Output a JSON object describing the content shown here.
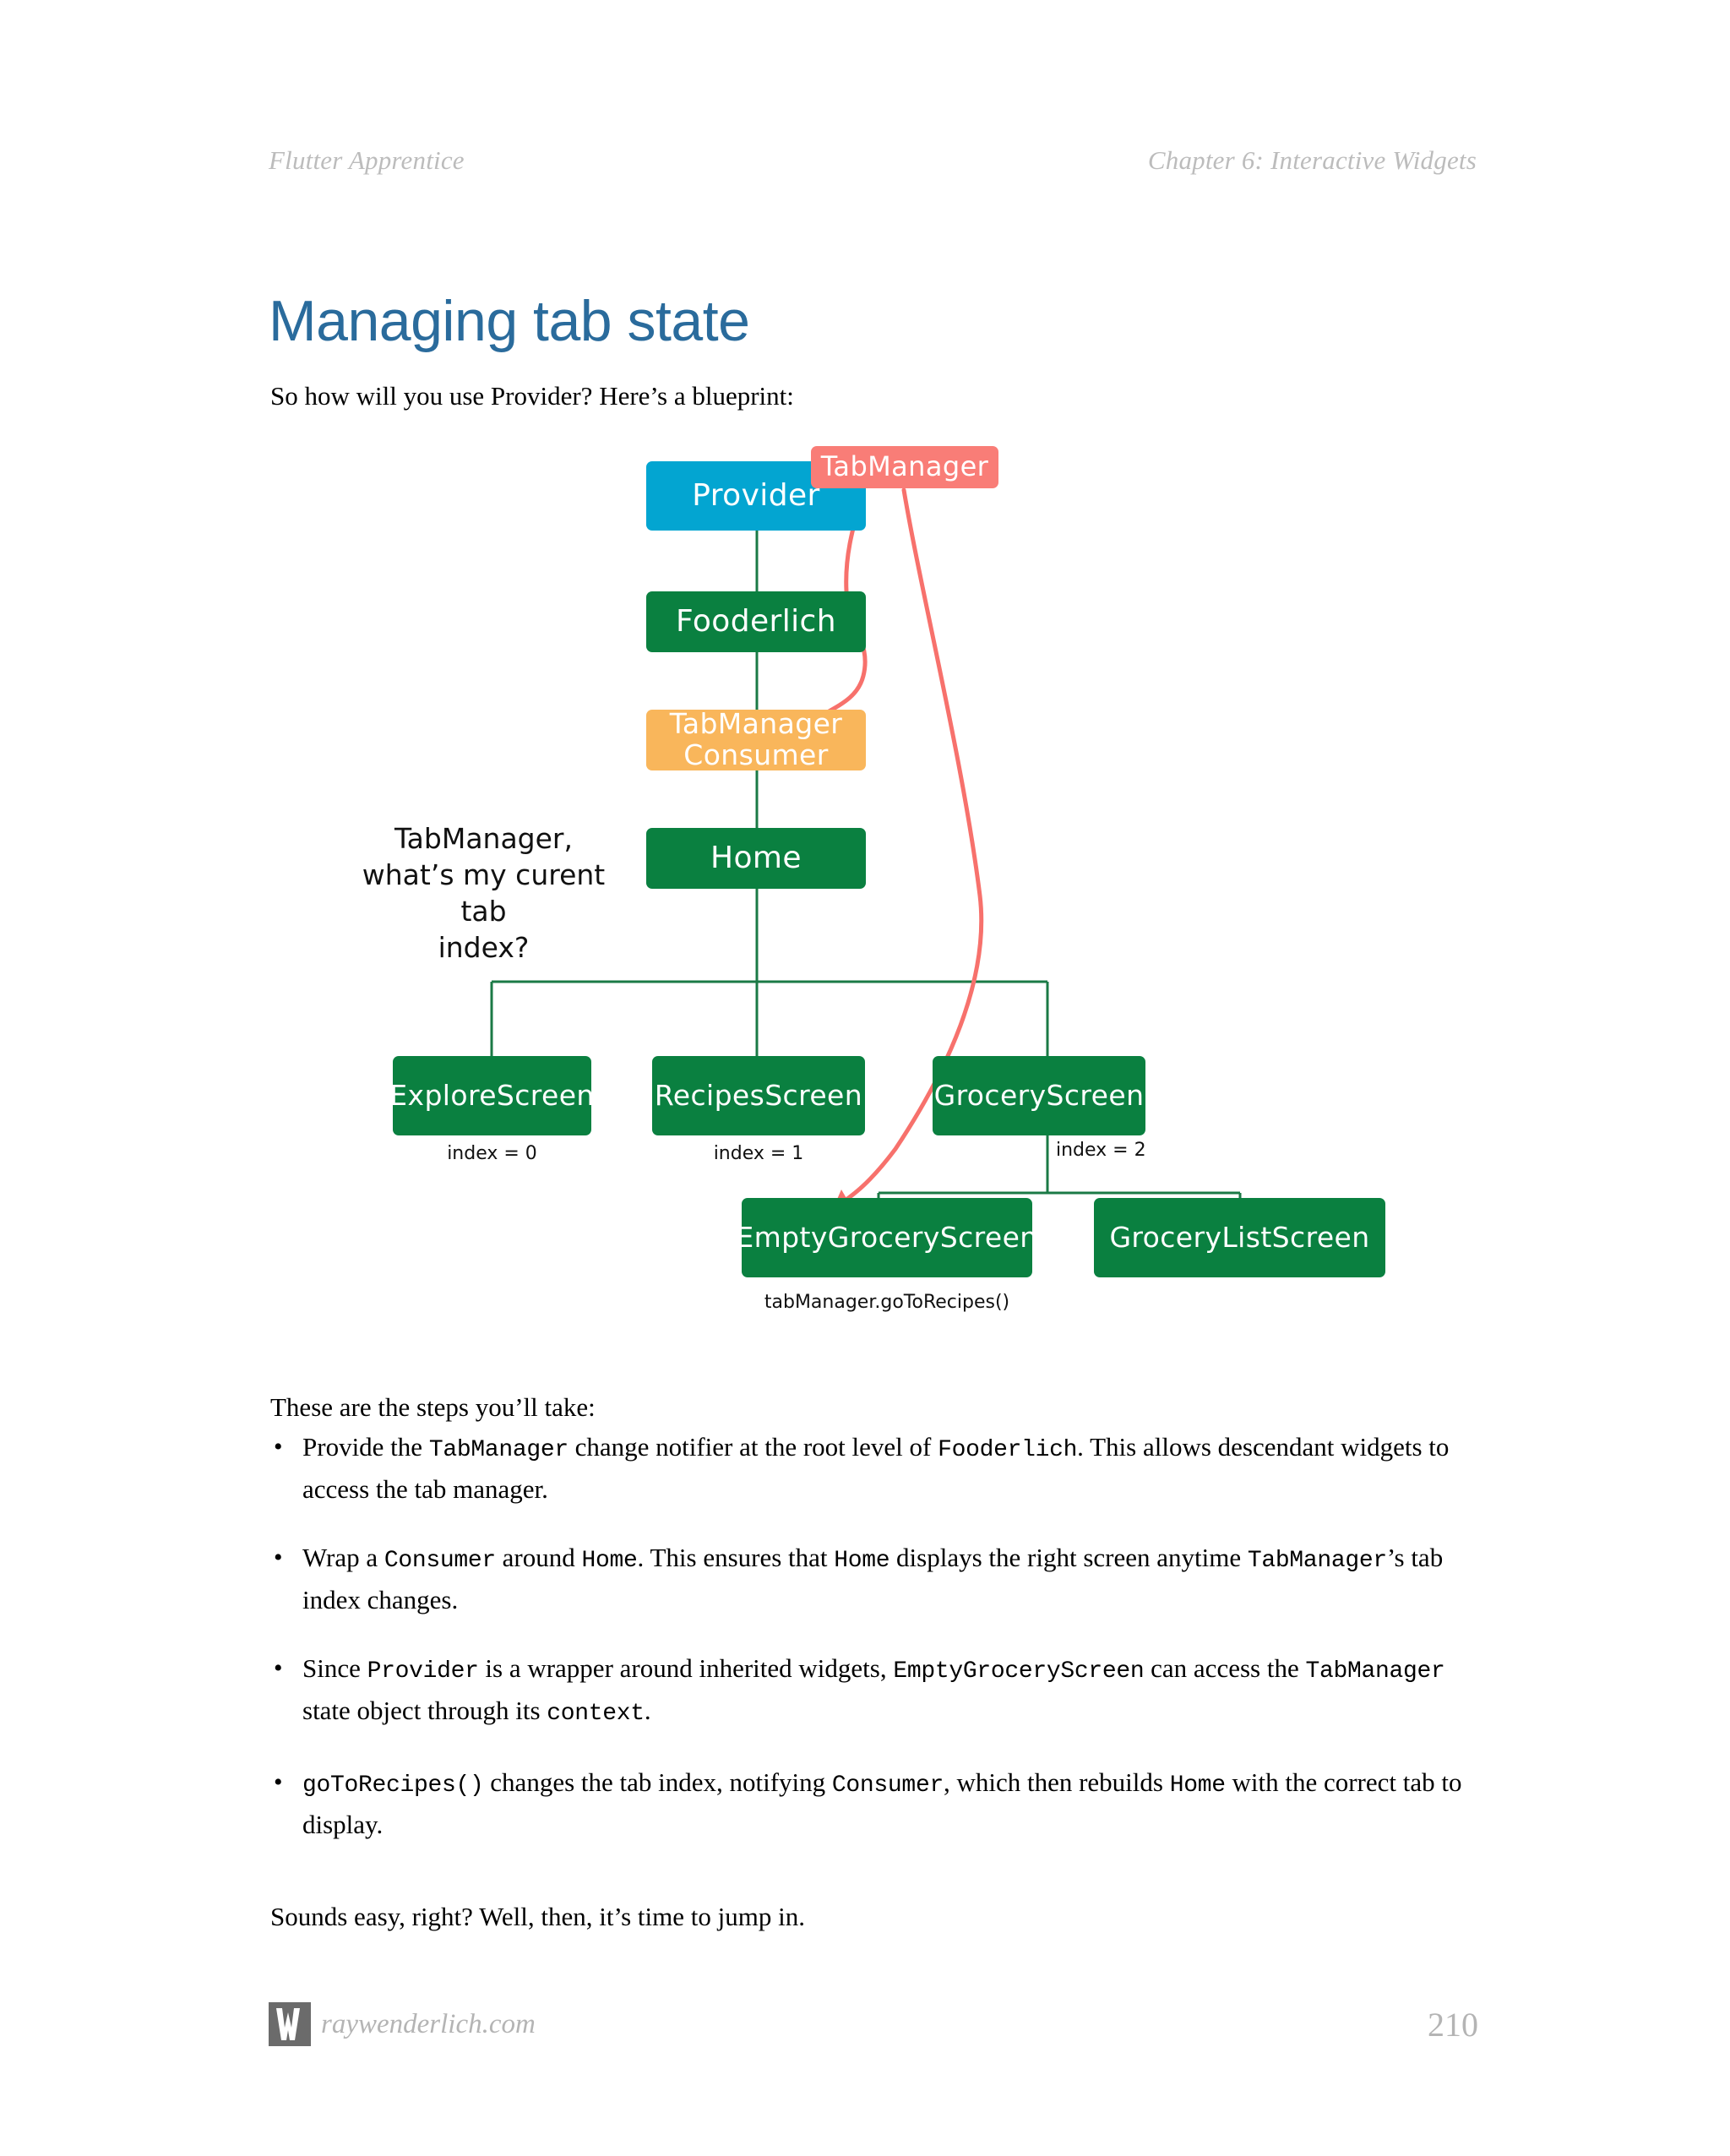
{
  "running_head": {
    "left": "Flutter Apprentice",
    "right": "Chapter 6: Interactive Widgets"
  },
  "page_title": "Managing tab state",
  "intro_paragraph": "So how will you use Provider? Here’s a blueprint:",
  "steps_lead_in": "These are the steps you’ll take:",
  "bullets": [
    {
      "parts": [
        {
          "t": "Provide the ",
          "code": false
        },
        {
          "t": "TabManager",
          "code": true
        },
        {
          "t": " change notifier at the root level of ",
          "code": false
        },
        {
          "t": "Fooderlich",
          "code": true
        },
        {
          "t": ". This allows descendant widgets to access the tab manager.",
          "code": false
        }
      ]
    },
    {
      "parts": [
        {
          "t": "Wrap a ",
          "code": false
        },
        {
          "t": "Consumer",
          "code": true
        },
        {
          "t": " around ",
          "code": false
        },
        {
          "t": "Home",
          "code": true
        },
        {
          "t": ". This ensures that ",
          "code": false
        },
        {
          "t": "Home",
          "code": true
        },
        {
          "t": " displays the right screen anytime ",
          "code": false
        },
        {
          "t": "TabManager",
          "code": true
        },
        {
          "t": "’s tab index changes.",
          "code": false
        }
      ]
    },
    {
      "parts": [
        {
          "t": "Since ",
          "code": false
        },
        {
          "t": "Provider",
          "code": true
        },
        {
          "t": " is a wrapper around inherited widgets, ",
          "code": false
        },
        {
          "t": "EmptyGroceryScreen",
          "code": true
        },
        {
          "t": " can access the ",
          "code": false
        },
        {
          "t": "TabManager",
          "code": true
        },
        {
          "t": " state object through its ",
          "code": false
        },
        {
          "t": "context",
          "code": true
        },
        {
          "t": ".",
          "code": false
        }
      ]
    },
    {
      "parts": [
        {
          "t": "goToRecipes()",
          "code": true
        },
        {
          "t": " changes the tab index, notifying ",
          "code": false
        },
        {
          "t": "Consumer",
          "code": true
        },
        {
          "t": ", which then rebuilds ",
          "code": false
        },
        {
          "t": "Home",
          "code": true
        },
        {
          "t": " with the correct tab to display.",
          "code": false
        }
      ]
    }
  ],
  "outro_paragraph": "Sounds easy, right? Well, then, it’s time to jump in.",
  "bullet_glyph": "•",
  "diagram": {
    "nodes": [
      {
        "id": "provider",
        "label": "Provider",
        "color": "blue"
      },
      {
        "id": "tabmanager",
        "label": "TabManager",
        "color": "pink"
      },
      {
        "id": "fooderlich",
        "label": "Fooderlich",
        "color": "green"
      },
      {
        "id": "tabmanager-consumer",
        "label": "TabManager\nConsumer",
        "color": "orange"
      },
      {
        "id": "home",
        "label": "Home",
        "color": "green"
      },
      {
        "id": "explore-screen",
        "label": "ExploreScreen",
        "color": "green"
      },
      {
        "id": "recipes-screen",
        "label": "RecipesScreen",
        "color": "green"
      },
      {
        "id": "grocery-screen",
        "label": "GroceryScreen",
        "color": "green"
      },
      {
        "id": "empty-grocery-screen",
        "label": "EmptyGroceryScreen",
        "color": "green"
      },
      {
        "id": "grocery-list-screen",
        "label": "GroceryListScreen",
        "color": "green"
      }
    ],
    "annotations": {
      "question": "TabManager,\nwhat’s my curent tab\nindex?",
      "index_0": "index = 0",
      "index_1": "index = 1",
      "index_2": "index = 2",
      "go_to_recipes": "tabManager.goToRecipes()"
    },
    "colors": {
      "green": "#0a8040",
      "blue": "#03a5d1",
      "orange": "#f9b65b",
      "pink": "#f97d77",
      "connector": "#1b7a46",
      "arrow": "#f7716c"
    }
  },
  "footer": {
    "brand": "raywenderlich.com",
    "page_number": "210"
  }
}
